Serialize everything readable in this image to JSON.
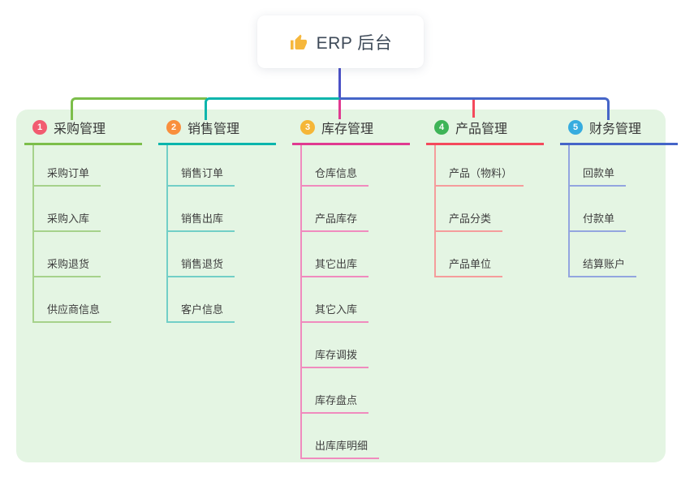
{
  "root": {
    "title": "ERP 后台",
    "icon": "thumbs-up-icon",
    "icon_color": "#f6b73c",
    "connector_color": "#4b51c6"
  },
  "panel": {
    "background": "#e4f5e3"
  },
  "branches": [
    {
      "num": "1",
      "label": "采购管理",
      "badge_color": "#f25b70",
      "line_color": "#7cbe4a",
      "child_line_color": "#a6d28b",
      "children": [
        "采购订单",
        "采购入库",
        "采购退货",
        "供应商信息"
      ]
    },
    {
      "num": "2",
      "label": "销售管理",
      "badge_color": "#f98f3d",
      "line_color": "#0ab5ac",
      "child_line_color": "#72cfc7",
      "children": [
        "销售订单",
        "销售出库",
        "销售退货",
        "客户信息"
      ]
    },
    {
      "num": "3",
      "label": "库存管理",
      "badge_color": "#f5b637",
      "line_color": "#e03a90",
      "child_line_color": "#f08bbe",
      "children": [
        "仓库信息",
        "产品库存",
        "其它出库",
        "其它入库",
        "库存调拨",
        "库存盘点",
        "出库库明细"
      ]
    },
    {
      "num": "4",
      "label": "产品管理",
      "badge_color": "#3eb457",
      "line_color": "#f4495c",
      "child_line_color": "#f59c9c",
      "children": [
        "产品（物料）",
        "产品分类",
        "产品单位"
      ]
    },
    {
      "num": "5",
      "label": "财务管理",
      "badge_color": "#37acdf",
      "line_color": "#4565c8",
      "child_line_color": "#93a5df",
      "children": [
        "回款单",
        "付款单",
        "结算账户"
      ]
    }
  ]
}
